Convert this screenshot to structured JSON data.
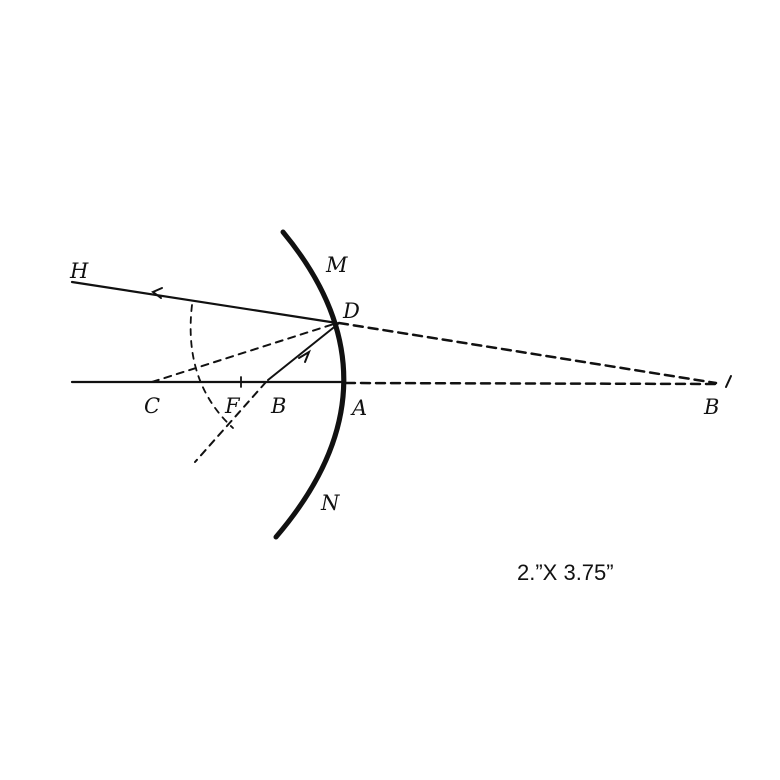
{
  "diagram": {
    "labels": {
      "H": "H",
      "M": "M",
      "D": "D",
      "C": "C",
      "F": "F",
      "B_inner": "B",
      "A": "A",
      "B_outer": "B",
      "N": "N"
    },
    "size_note": "2.”X 3.75”"
  },
  "colors": {
    "ink": "#111111",
    "background": "#ffffff"
  }
}
